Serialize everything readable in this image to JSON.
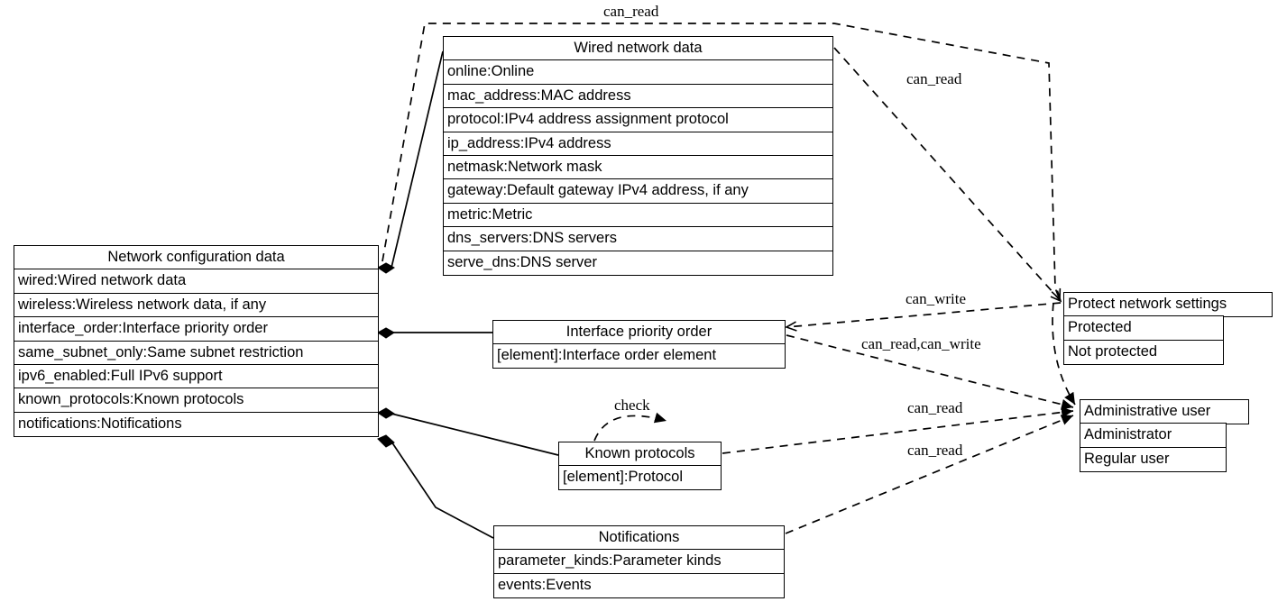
{
  "diagram": {
    "kind": "uml-class-diagram",
    "background": "#ffffff",
    "line_color": "#000000"
  },
  "classes": {
    "network_configuration_data": {
      "title": "Network configuration data",
      "attributes": [
        "wired:Wired network data",
        "wireless:Wireless network data, if any",
        "interface_order:Interface priority order",
        "same_subnet_only:Same subnet restriction",
        "ipv6_enabled:Full IPv6 support",
        "known_protocols:Known protocols",
        "notifications:Notifications"
      ]
    },
    "wired_network_data": {
      "title": "Wired network data",
      "attributes": [
        "online:Online",
        "mac_address:MAC address",
        "protocol:IPv4 address assignment protocol",
        "ip_address:IPv4 address",
        "netmask:Network mask",
        "gateway:Default gateway IPv4 address, if any",
        "metric:Metric",
        "dns_servers:DNS servers",
        "serve_dns:DNS server"
      ]
    },
    "interface_priority_order": {
      "title": "Interface priority order",
      "attributes": [
        "[element]:Interface order element"
      ]
    },
    "known_protocols": {
      "title": "Known protocols",
      "attributes": [
        "[element]:Protocol"
      ]
    },
    "notifications": {
      "title": "Notifications",
      "attributes": [
        "parameter_kinds:Parameter kinds",
        "events:Events"
      ]
    },
    "protect_network_settings": {
      "title": "Protect network settings",
      "attributes": [
        "Protected",
        "Not protected"
      ]
    },
    "administrative_user": {
      "title": "Administrative user",
      "attributes": [
        "Administrator",
        "Regular user"
      ]
    }
  },
  "edge_labels": {
    "can_read_top": "can_read",
    "can_read_upper_right": "can_read",
    "can_write": "can_write",
    "can_read_can_write": "can_read,can_write",
    "can_read_middle": "can_read",
    "can_read_lower": "can_read",
    "check": "check"
  }
}
